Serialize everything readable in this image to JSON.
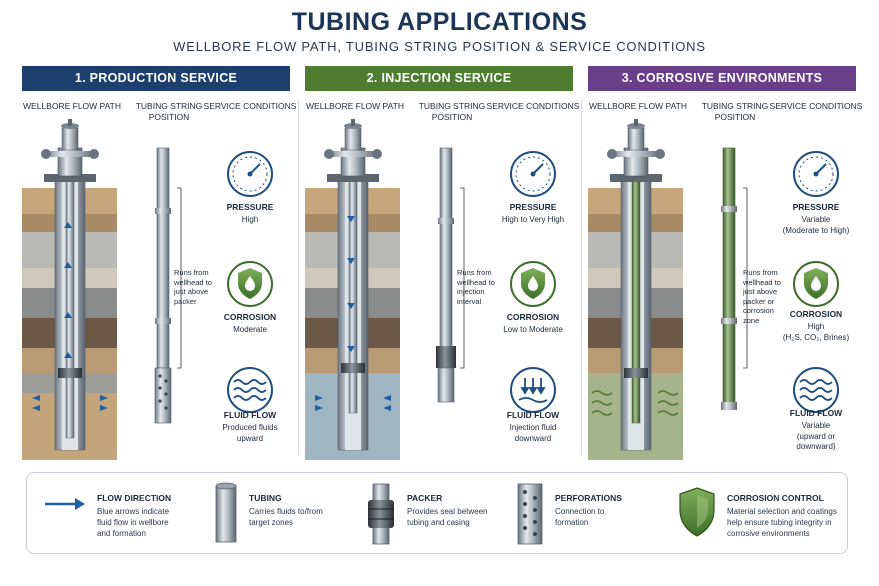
{
  "header": {
    "title": "TUBING APPLICATIONS",
    "subtitle": "WELLBORE FLOW PATH, TUBING STRING POSITION & SERVICE CONDITIONS"
  },
  "column_headers": {
    "flow_path": "WELLBORE FLOW PATH",
    "tubing_position_1": "TUBING STRING",
    "tubing_position_2": "POSITION",
    "service_conditions": "SERVICE CONDITIONS"
  },
  "panels": [
    {
      "title": "1.  PRODUCTION SERVICE",
      "color": "#1c3f6e",
      "note": [
        "Runs from",
        "wellhead to",
        "just above",
        "packer"
      ],
      "pressure": {
        "label": "PRESSURE",
        "value": [
          "High"
        ]
      },
      "corrosion": {
        "label": "CORROSION",
        "value": [
          "Moderate"
        ]
      },
      "flow": {
        "label": "FLUID FLOW",
        "value": [
          "Produced fluids",
          "upward"
        ]
      }
    },
    {
      "title": "2.  INJECTION SERVICE",
      "color": "#4e7d32",
      "note": [
        "Runs from",
        "wellhead to",
        "injection",
        "interval"
      ],
      "pressure": {
        "label": "PRESSURE",
        "value": [
          "High to Very High"
        ]
      },
      "corrosion": {
        "label": "CORROSION",
        "value": [
          "Low to Moderate"
        ]
      },
      "flow": {
        "label": "FLUID FLOW",
        "value": [
          "Injection fluid",
          "downward"
        ]
      }
    },
    {
      "title": "3.  CORROSIVE ENVIRONMENTS",
      "color": "#6a3f8a",
      "note": [
        "Runs from",
        "wellhead to",
        "just above",
        "packer or",
        "corrosion",
        "zone"
      ],
      "pressure": {
        "label": "PRESSURE",
        "value": [
          "Variable",
          "(Moderate to High)"
        ]
      },
      "corrosion": {
        "label": "CORROSION",
        "value": [
          "High",
          "(H₂S, CO₂, Brines)"
        ]
      },
      "flow": {
        "label": "FLUID FLOW",
        "value": [
          "Variable",
          "(upward or",
          "downward)"
        ]
      }
    }
  ],
  "legend": [
    {
      "title": "FLOW DIRECTION",
      "desc": [
        "Blue arrows indicate",
        "fluid flow in wellbore",
        "and formation"
      ],
      "icon": "arrow-right-icon"
    },
    {
      "title": "TUBING",
      "desc": [
        "Carries fluids to/from",
        "target zones"
      ],
      "icon": "tubing-icon"
    },
    {
      "title": "PACKER",
      "desc": [
        "Provides seal between",
        "tubing and casing"
      ],
      "icon": "packer-icon"
    },
    {
      "title": "PERFORATIONS",
      "desc": [
        "Connection to",
        "formation"
      ],
      "icon": "perforated-pipe-icon"
    },
    {
      "title": "CORROSION CONTROL",
      "desc": [
        "Material selection and coatings",
        "help ensure tubing integrity in",
        "corrosive environments"
      ],
      "icon": "shield-icon"
    }
  ],
  "colors": {
    "flow_arrow": "#1f5fa8",
    "production": "#1c3f6e",
    "injection": "#4e7d32",
    "corrosive": "#6a3f8a",
    "shield": "#5a8f3a"
  }
}
